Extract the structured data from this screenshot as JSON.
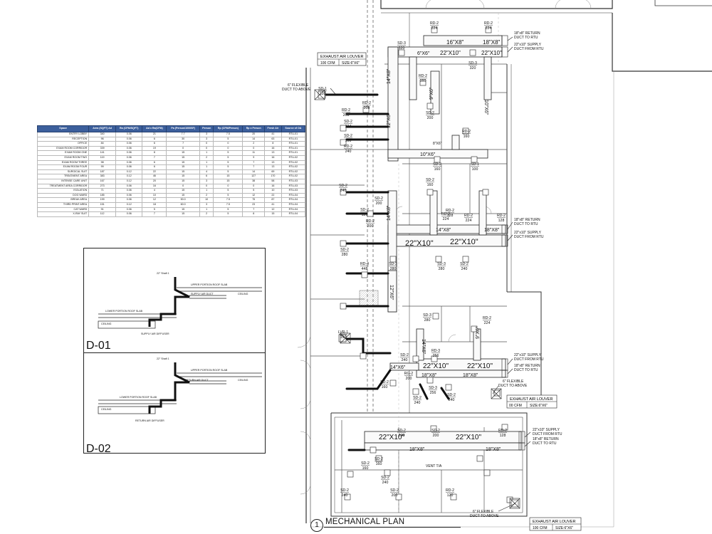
{
  "schedule": {
    "headers": [
      "Space",
      "Area (SQFT) Ad",
      "Ra (CFM/SQFT)",
      "Ad x Ra(CFM)",
      "Pa (Person/1000SF)",
      "Person",
      "Rp (CFM/Person)",
      "Rp x Person",
      "Fresh Air",
      "Source of OA"
    ],
    "rows": [
      [
        "ENTRY LOBBY",
        "340",
        "0.06",
        "21",
        "7.7",
        "3",
        "7.5",
        "20",
        "41",
        "RTU-01"
      ],
      [
        "RECEPTION",
        "96",
        "0.06",
        "6",
        "30",
        "3",
        "5",
        "14",
        "63",
        "RTU-01"
      ],
      [
        "OFFICE",
        "84",
        "0.06",
        "6",
        "7",
        "0",
        "0",
        "2",
        "8",
        "RTU-01"
      ],
      [
        "EXAM ROOM CORRIDOR",
        "339",
        "0.06",
        "19",
        "0",
        "0",
        "0",
        "0",
        "16",
        "RTU-01"
      ],
      [
        "EXAM ROOM ONE",
        "141",
        "0.06",
        "8",
        "15",
        "1",
        "5",
        "11",
        "13",
        "RTU-01"
      ],
      [
        "EXAM ROOM TWO",
        "119",
        "0.06",
        "7",
        "15",
        "2",
        "5",
        "9",
        "16",
        "RTU-02"
      ],
      [
        "EXAM ROOM THREE",
        "98",
        "0.06",
        "6",
        "15",
        "1",
        "5",
        "7",
        "13",
        "RTU-02"
      ],
      [
        "EXAM ROOM FOUR",
        "99",
        "0.06",
        "6",
        "15",
        "1",
        "5",
        "7",
        "13",
        "RTU-02"
      ],
      [
        "SURGICAL SUIT",
        "187",
        "0.12",
        "22",
        "15",
        "4",
        "5",
        "14",
        "69",
        "RTU-02"
      ],
      [
        "TREATMENT AREA",
        "383",
        "0.12",
        "46",
        "15",
        "6",
        "15",
        "127",
        "170",
        "RTU-02"
      ],
      [
        "INTENSE CARE UNIT",
        "167",
        "0.12",
        "20",
        "15",
        "3",
        "15",
        "38",
        "58",
        "RTU-03"
      ],
      [
        "TREATMENT AREA CORRIDOR",
        "273",
        "0.06",
        "16",
        "0",
        "0",
        "0",
        "0",
        "16",
        "RTU-03"
      ],
      [
        "ISOLATION",
        "71",
        "0.06",
        "4",
        "15",
        "1",
        "5",
        "5",
        "10",
        "RTU-03"
      ],
      [
        "DOG WARD",
        "185",
        "0.06",
        "10",
        "15",
        "2",
        "5",
        "12",
        "22",
        "RTU-04"
      ],
      [
        "BREAK AREA",
        "199",
        "0.06",
        "12",
        "50.0",
        "10",
        "7.5",
        "75",
        "87",
        "RTU-04"
      ],
      [
        "THIRD PRINT AREA",
        "151",
        "0.12",
        "18",
        "60.0",
        "3",
        "7.5",
        "23",
        "41",
        "RTU-04"
      ],
      [
        "CAT WARD",
        "91",
        "0.06",
        "5",
        "15",
        "1",
        "5",
        "7",
        "12",
        "RTU-04"
      ],
      [
        "X-RAY SUIT",
        "112",
        "0.06",
        "7",
        "15",
        "2",
        "5",
        "8",
        "15",
        "RTU-04"
      ]
    ]
  },
  "details": {
    "d01": {
      "label": "D-01",
      "shaft": "22\" Shaft 1",
      "upper_slab": "UPPER PORTION ROOF SLAB",
      "duct": "SUPPLY AIR DUCT",
      "ceiling_r": "CEILING",
      "lower_slab": "LOWER PORTION ROOF SLAB",
      "ceiling_l": "CEILING",
      "diffuser": "SUPPLY AIR DIFFUSER"
    },
    "d02": {
      "label": "D-02",
      "shaft": "22\" Shaft 1",
      "upper_slab": "UPPER PORTION ROOF SLAB",
      "duct": "RETURN AIR DUCT",
      "ceiling_r": "CEILING",
      "lower_slab": "LOWER PORTION ROOF SLAB",
      "ceiling_l": "CEILING",
      "diffuser": "RETURN AIR DIFFUSER"
    }
  },
  "plan": {
    "title_number": "1",
    "title": "MECHANICAL PLAN",
    "louvers": [
      {
        "title": "EXHAUST AIR LOUVER",
        "cfm": "100 CFM",
        "size": "SIZE:6\"X6\""
      },
      {
        "title": "EXHAUST AIR LOUVER",
        "cfm": "00 CFM",
        "size": "SIZE:6\"X6\""
      },
      {
        "title": "EXHAUST AIR LOUVER",
        "cfm": "100 CFM",
        "size": "SIZE:6\"X6\""
      }
    ],
    "notes": {
      "return_rtu": "18\"x8\" RETURN",
      "return_rtu2": "DUCT TO RTU",
      "supply_rtu": "22\"x10\" SUPPLY",
      "supply_rtu2": "DUCT FROM RTU",
      "flex": "6\" FLEXIBLE",
      "flex2": "DUCT TO ABOVE",
      "vent": "VENT T/A"
    },
    "ducts": {
      "d1": "22\"X10\"",
      "d2": "22\"X10\"",
      "d3": "16\"X8\"",
      "d4": "18\"X8\"",
      "d5": "6\"X6\"",
      "d6": "10\"X6\"",
      "d7": "22\"X10\"",
      "d8": "22\"X10\"",
      "d9": "14\"X8\"",
      "d10": "18\"X8\"",
      "d11": "22\"X10\"",
      "d12": "22\"X10\"",
      "d13": "18\"X8\"",
      "d14": "18\"X8\"",
      "d15": "14\"X6\"",
      "d16": "22\"X10\"",
      "d17": "22\"X10\"",
      "d18": "18\"X8\"",
      "d19": "18\"X8\"",
      "d20": "8\"X6\"",
      "d21": "14\"X8\"",
      "d22": "12\"X6\"",
      "d23": "14\"X8\"",
      "d24": "10\"X6\"",
      "d25": "9\"X6\"",
      "d26": "14\"X6\"",
      "d27": "9\"X6\"",
      "d28": "12\"X6\""
    },
    "diffusers": [
      {
        "tag": "RD-2",
        "cfm": "224"
      },
      {
        "tag": "RD-2",
        "cfm": "224"
      },
      {
        "tag": "SD-3",
        "cfm": "320"
      },
      {
        "tag": "SD-3",
        "cfm": "320"
      },
      {
        "tag": "RD-2",
        "cfm": "160"
      },
      {
        "tag": "SD-1",
        "cfm": "120"
      },
      {
        "tag": "RD-2",
        "cfm": "208"
      },
      {
        "tag": "RD-2",
        "cfm": "208"
      },
      {
        "tag": "SD-2",
        "cfm": "224"
      },
      {
        "tag": "SD-2",
        "cfm": "160"
      },
      {
        "tag": "SD-2",
        "cfm": "200"
      },
      {
        "tag": "RD-2",
        "cfm": "240"
      },
      {
        "tag": "RD-2",
        "cfm": "160"
      },
      {
        "tag": "SD-2",
        "cfm": "160"
      },
      {
        "tag": "SD-1",
        "cfm": "100"
      },
      {
        "tag": "SD-2",
        "cfm": "240"
      },
      {
        "tag": "SD-2",
        "cfm": "160"
      },
      {
        "tag": "SD-2",
        "cfm": "200"
      },
      {
        "tag": "SD-2",
        "cfm": "120"
      },
      {
        "tag": "RD-2",
        "cfm": "200"
      },
      {
        "tag": "RD-2",
        "cfm": "224"
      },
      {
        "tag": "RD-2",
        "cfm": "224"
      },
      {
        "tag": "RD-2",
        "cfm": "128"
      },
      {
        "tag": "RD-2",
        "cfm": "128"
      },
      {
        "tag": "SD-2",
        "cfm": "280"
      },
      {
        "tag": "RD-4",
        "cfm": "448"
      },
      {
        "tag": "SD-3",
        "cfm": "280"
      },
      {
        "tag": "SD-3",
        "cfm": "280"
      },
      {
        "tag": "SD-2",
        "cfm": "240"
      },
      {
        "tag": "SD-3",
        "cfm": "280"
      },
      {
        "tag": "RD-2",
        "cfm": "224"
      },
      {
        "tag": "SD-2",
        "cfm": "240"
      },
      {
        "tag": "RD-3",
        "cfm": "256"
      },
      {
        "tag": "RG-2",
        "cfm": "200"
      },
      {
        "tag": "SD-2",
        "cfm": "160"
      },
      {
        "tag": "SD-3",
        "cfm": "256"
      },
      {
        "tag": "SD-2",
        "cfm": "240"
      },
      {
        "tag": "SD-2",
        "cfm": "240"
      },
      {
        "tag": "SD-2",
        "cfm": "240"
      },
      {
        "tag": "SD-2",
        "cfm": "200"
      },
      {
        "tag": "RD-2",
        "cfm": "128"
      },
      {
        "tag": "SD-2",
        "cfm": "160"
      },
      {
        "tag": "SD-2",
        "cfm": "240"
      },
      {
        "tag": "SD-2",
        "cfm": "160"
      },
      {
        "tag": "SD-2",
        "cfm": "240"
      },
      {
        "tag": "SD-2",
        "cfm": "200"
      },
      {
        "tag": "RD-2",
        "cfm": "120"
      },
      {
        "tag": "LVR-1",
        "cfm": "150"
      }
    ]
  }
}
